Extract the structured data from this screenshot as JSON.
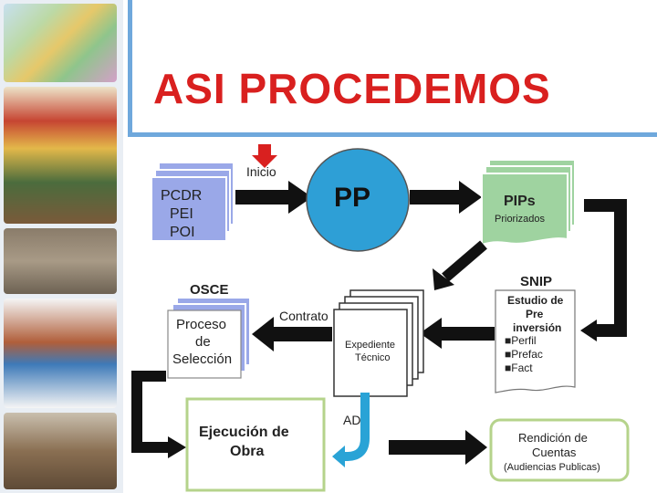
{
  "title": "ASI PROCEDEMOS",
  "nodes": {
    "inicio": "Inicio",
    "pcdr": [
      "PCDR",
      "PEI",
      "POI"
    ],
    "pp": "PP",
    "pips": "PIPs",
    "priorizados": "Priorizados",
    "snip": "SNIP",
    "estudio": [
      "Estudio de",
      "Pre",
      "inversión"
    ],
    "perfil": [
      "Perfil",
      "Prefac",
      "Fact"
    ],
    "osce": "OSCE",
    "proceso": [
      "Proceso",
      "de",
      "Selección"
    ],
    "contrato": "Contrato",
    "expediente": [
      "Expediente",
      "Técnico"
    ],
    "ejecucion": [
      "Ejecución de",
      "Obra"
    ],
    "ad": "AD",
    "rendicion": [
      "Rendición de",
      "Cuentas"
    ],
    "audiencias": "(Audiencias Publicas)"
  },
  "colors": {
    "title": "#d9201f",
    "accent": "#6fa8dc",
    "pp_circle": "#2e9fd6",
    "doc_fill": "#9aa8e8",
    "pips_fill": "#9fd3a0",
    "border_green": "#b5d38b"
  }
}
